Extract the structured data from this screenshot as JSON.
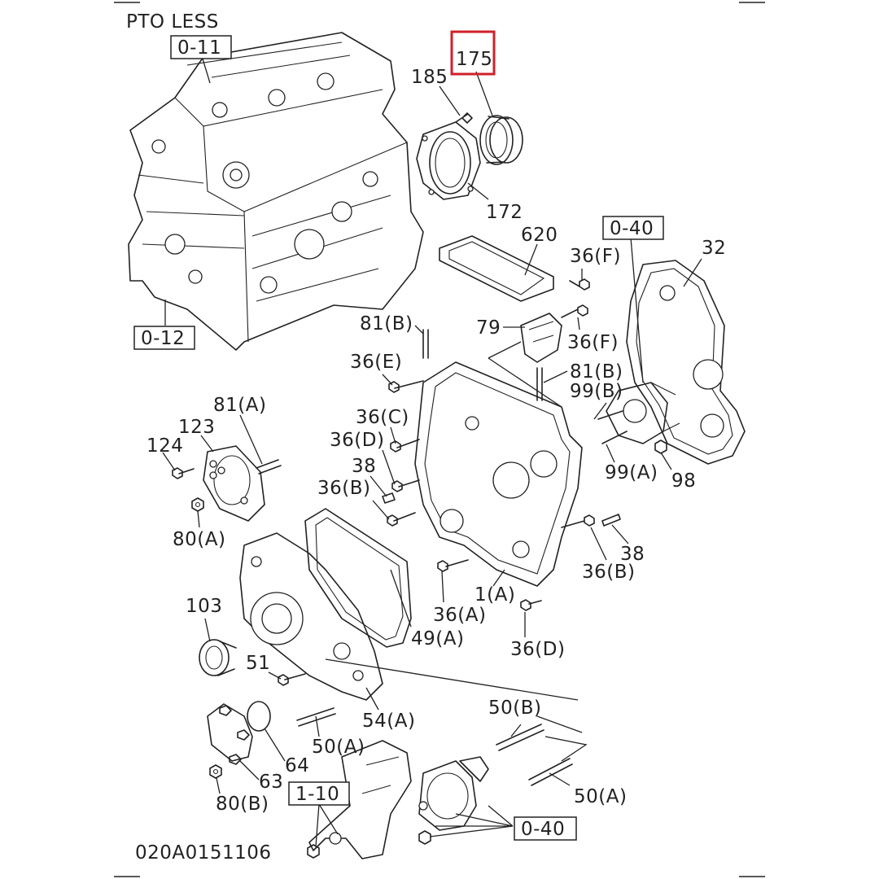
{
  "title_note": "PTO LESS",
  "drawing_number": "020A0151106",
  "highlight_color": "#d0202a",
  "refs": {
    "r0_11": "0-11",
    "r0_12": "0-12",
    "r0_40_top": "0-40",
    "r0_40_bottom": "0-40",
    "r1_10": "1-10"
  },
  "parts": {
    "p175": "175",
    "p185": "185",
    "p172": "172",
    "p620": "620",
    "p36F_top": "36(F)",
    "p32": "32",
    "p81B_left": "81(B)",
    "p79": "79",
    "p36F_mid": "36(F)",
    "p36E": "36(E)",
    "p81B_right": "81(B)",
    "p99B": "99(B)",
    "p81A": "81(A)",
    "p123": "123",
    "p124": "124",
    "p36C": "36(C)",
    "p36D_left": "36(D)",
    "p38_left": "38",
    "p99A": "99(A)",
    "p98": "98",
    "p36B_left": "36(B)",
    "p80A": "80(A)",
    "p38_right": "38",
    "p36B_right": "36(B)",
    "p103": "103",
    "p1A": "1(A)",
    "p36A": "36(A)",
    "p49A": "49(A)",
    "p36D_bottom": "36(D)",
    "p51": "51",
    "p50B": "50(B)",
    "p54A": "54(A)",
    "p50A_left": "50(A)",
    "p64": "64",
    "p63": "63",
    "p50A_right": "50(A)",
    "p80B": "80(B)"
  }
}
